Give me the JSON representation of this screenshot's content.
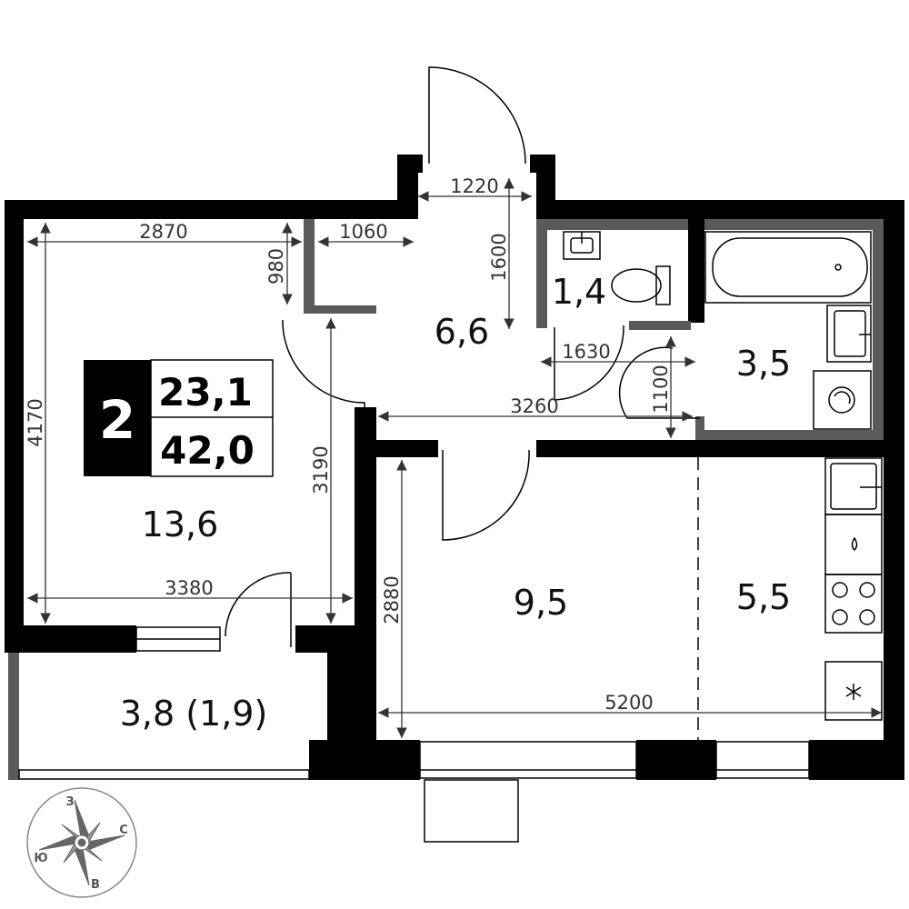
{
  "summary": {
    "rooms_count": "2",
    "living_area": "23,1",
    "total_area": "42,0"
  },
  "rooms": [
    {
      "id": "living",
      "area": "13,6"
    },
    {
      "id": "hall",
      "area": "6,6"
    },
    {
      "id": "wc",
      "area": "1,4"
    },
    {
      "id": "bath",
      "area": "3,5"
    },
    {
      "id": "bedroom",
      "area": "9,5"
    },
    {
      "id": "kitchen",
      "area": "5,5"
    },
    {
      "id": "balcony",
      "area": "3,8 (1,9)"
    }
  ],
  "dimensions": {
    "d1220": "1220",
    "d1600": "1600",
    "d2870": "2870",
    "d1060": "1060",
    "d980": "980",
    "d4170": "4170",
    "d3190": "3190",
    "d1630": "1630",
    "d1100": "1100",
    "d3260": "3260",
    "d3380": "3380",
    "d2880": "2880",
    "d5200": "5200"
  },
  "compass": {
    "north": "З",
    "east": "С",
    "south": "В",
    "west": "Ю"
  },
  "colors": {
    "wall": "#000000",
    "partition": "#555555",
    "dimension": "#333333"
  }
}
